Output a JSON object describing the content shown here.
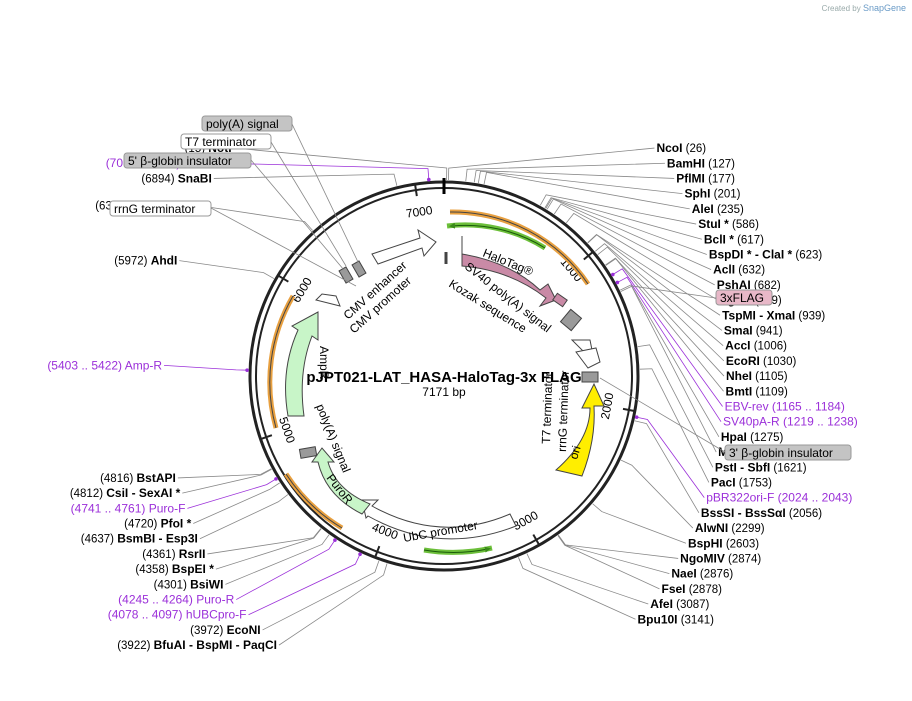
{
  "credit": {
    "prefix": "Created by",
    "brand": "SnapGene"
  },
  "plasmid": {
    "name": "pJPT021-LAT_HASA-HaloTag-3x FLAG",
    "length": "7171 bp",
    "total": 7171
  },
  "ticks": [
    {
      "pos": 1000,
      "label": "1000"
    },
    {
      "pos": 2000,
      "label": "2000"
    },
    {
      "pos": 3000,
      "label": "3000"
    },
    {
      "pos": 4000,
      "label": "4000"
    },
    {
      "pos": 5000,
      "label": "5000"
    },
    {
      "pos": 6000,
      "label": "6000"
    },
    {
      "pos": 7000,
      "label": "7000"
    }
  ],
  "sites": [
    {
      "name": "NotI",
      "pos": "(15)",
      "bp": 15,
      "side": "L"
    },
    {
      "name": "NcoI",
      "pos": "(26)",
      "bp": 26,
      "side": "R"
    },
    {
      "name": "BamHI",
      "pos": "(127)",
      "bp": 127,
      "side": "R"
    },
    {
      "name": "PflMI",
      "pos": "(177)",
      "bp": 177,
      "side": "R"
    },
    {
      "name": "SphI",
      "pos": "(201)",
      "bp": 201,
      "side": "R"
    },
    {
      "name": "AleI",
      "pos": "(235)",
      "bp": 235,
      "side": "R"
    },
    {
      "name": "StuI *",
      "pos": "(586)",
      "bp": 586,
      "side": "R"
    },
    {
      "name": "BclI *",
      "pos": "(617)",
      "bp": 617,
      "side": "R"
    },
    {
      "name": "BspDI * - ClaI *",
      "pos": "(623)",
      "bp": 623,
      "side": "R"
    },
    {
      "name": "AclI",
      "pos": "(632)",
      "bp": 632,
      "side": "R"
    },
    {
      "name": "PshAI",
      "pos": "(682)",
      "bp": 682,
      "side": "R"
    },
    {
      "name": "SgrAI",
      "pos": "(769)",
      "bp": 769,
      "side": "R"
    },
    {
      "name": "TspMI - XmaI",
      "pos": "(939)",
      "bp": 939,
      "side": "R"
    },
    {
      "name": "SmaI",
      "pos": "(941)",
      "bp": 941,
      "side": "R"
    },
    {
      "name": "AccI",
      "pos": "(1006)",
      "bp": 1006,
      "side": "R"
    },
    {
      "name": "EcoRI",
      "pos": "(1030)",
      "bp": 1030,
      "side": "R"
    },
    {
      "name": "NheI",
      "pos": "(1105)",
      "bp": 1105,
      "side": "R"
    },
    {
      "name": "BmtI",
      "pos": "(1109)",
      "bp": 1109,
      "side": "R"
    },
    {
      "name": "HpaI",
      "pos": "(1275)",
      "bp": 1275,
      "side": "R"
    },
    {
      "name": "MfeI",
      "pos": "(1284)",
      "bp": 1284,
      "side": "R"
    },
    {
      "name": "PstI - SbfI",
      "pos": "(1621)",
      "bp": 1621,
      "side": "R"
    },
    {
      "name": "PacI",
      "pos": "(1753)",
      "bp": 1753,
      "side": "R"
    },
    {
      "name": "BssSI - BssSαI",
      "pos": "(2056)",
      "bp": 2056,
      "side": "R"
    },
    {
      "name": "AlwNI",
      "pos": "(2299)",
      "bp": 2299,
      "side": "R"
    },
    {
      "name": "BspHI",
      "pos": "(2603)",
      "bp": 2603,
      "side": "R"
    },
    {
      "name": "NgoMIV",
      "pos": "(2874)",
      "bp": 2874,
      "side": "R"
    },
    {
      "name": "NaeI",
      "pos": "(2876)",
      "bp": 2876,
      "side": "R"
    },
    {
      "name": "FseI",
      "pos": "(2878)",
      "bp": 2878,
      "side": "R"
    },
    {
      "name": "AfeI",
      "pos": "(3087)",
      "bp": 3087,
      "side": "R"
    },
    {
      "name": "Bpu10I",
      "pos": "(3141)",
      "bp": 3141,
      "side": "R"
    },
    {
      "name": "EcoNI",
      "pos": "(3972)",
      "bp": 3972,
      "side": "L"
    },
    {
      "name": "BfuAI - BspMI - PaqCI",
      "pos": "(3922)",
      "bp": 3922,
      "side": "L"
    },
    {
      "name": "BsiWI",
      "pos": "(4301)",
      "bp": 4301,
      "side": "L"
    },
    {
      "name": "BspEI *",
      "pos": "(4358)",
      "bp": 4358,
      "side": "L"
    },
    {
      "name": "RsrII",
      "pos": "(4361)",
      "bp": 4361,
      "side": "L"
    },
    {
      "name": "BsmBI - Esp3I",
      "pos": "(4637)",
      "bp": 4637,
      "side": "L"
    },
    {
      "name": "PfoI *",
      "pos": "(4720)",
      "bp": 4720,
      "side": "L"
    },
    {
      "name": "CsiI - SexAI *",
      "pos": "(4812)",
      "bp": 4812,
      "side": "L"
    },
    {
      "name": "BstAPI",
      "pos": "(4816)",
      "bp": 4816,
      "side": "L"
    },
    {
      "name": "AhdI",
      "pos": "(5972)",
      "bp": 5972,
      "side": "L"
    },
    {
      "name": "AsiSI - PvuI",
      "pos": "(6333)",
      "bp": 6333,
      "side": "L"
    },
    {
      "name": "SnaBI",
      "pos": "(6894)",
      "bp": 6894,
      "side": "L"
    }
  ],
  "primers": [
    {
      "name": "CMV-F",
      "range": "(7073 .. 7093)",
      "bp": 7083,
      "side": "L"
    },
    {
      "name": "EBV-rev",
      "range": "(1165 .. 1184)",
      "bp": 1175,
      "side": "R"
    },
    {
      "name": "SV40pA-R",
      "range": "(1219 .. 1238)",
      "bp": 1228,
      "side": "R"
    },
    {
      "name": "pBR322ori-F",
      "range": "(2024 .. 2043)",
      "bp": 2033,
      "side": "R"
    },
    {
      "name": "hUBCpro-F",
      "range": "(4078 .. 4097)",
      "bp": 4088,
      "side": "L"
    },
    {
      "name": "Puro-R",
      "range": "(4245 .. 4264)",
      "bp": 4255,
      "side": "L"
    },
    {
      "name": "Puro-F",
      "range": "(4741 .. 4761)",
      "bp": 4751,
      "side": "L"
    },
    {
      "name": "Amp-R",
      "range": "(5403 .. 5422)",
      "bp": 5412,
      "side": "L"
    }
  ],
  "boxed_labels": [
    {
      "name": "3xFLAG",
      "style": "pink"
    },
    {
      "name": "3' β-globin insulator",
      "style": "gray"
    },
    {
      "name": "poly(A) signal",
      "style": "gray"
    },
    {
      "name": "T7 terminator",
      "style": "white"
    },
    {
      "name": "5' β-globin insulator",
      "style": "gray"
    },
    {
      "name": "rrnG terminator",
      "style": "white"
    }
  ],
  "features": [
    {
      "name": "HaloTag®",
      "color": "#c98aa6"
    },
    {
      "name": "SV40 poly(A) signal",
      "color": "#9a9a9a"
    },
    {
      "name": "Kozak sequence",
      "color": "#9a9a9a"
    },
    {
      "name": "CMV enhancer",
      "color": "#ffffff"
    },
    {
      "name": "CMV promoter",
      "color": "#ffffff"
    },
    {
      "name": "T7 terminator",
      "color": "#ffffff"
    },
    {
      "name": "rrnG terminator",
      "color": "#ffffff"
    },
    {
      "name": "ori",
      "color": "#ffee00"
    },
    {
      "name": "UbC promoter",
      "color": "#ffffff"
    },
    {
      "name": "PuroR",
      "color": "#c8f5c8"
    },
    {
      "name": "poly(A) signal",
      "color": "#9a9a9a"
    },
    {
      "name": "AmpR",
      "color": "#c8f5c8"
    }
  ],
  "colors": {
    "primer": "#9b30d9",
    "orf_orange": "#e8a040",
    "orf_green": "#6cbf3a",
    "feature_pink": "#c98aa6",
    "ori_yellow": "#ffee00"
  }
}
